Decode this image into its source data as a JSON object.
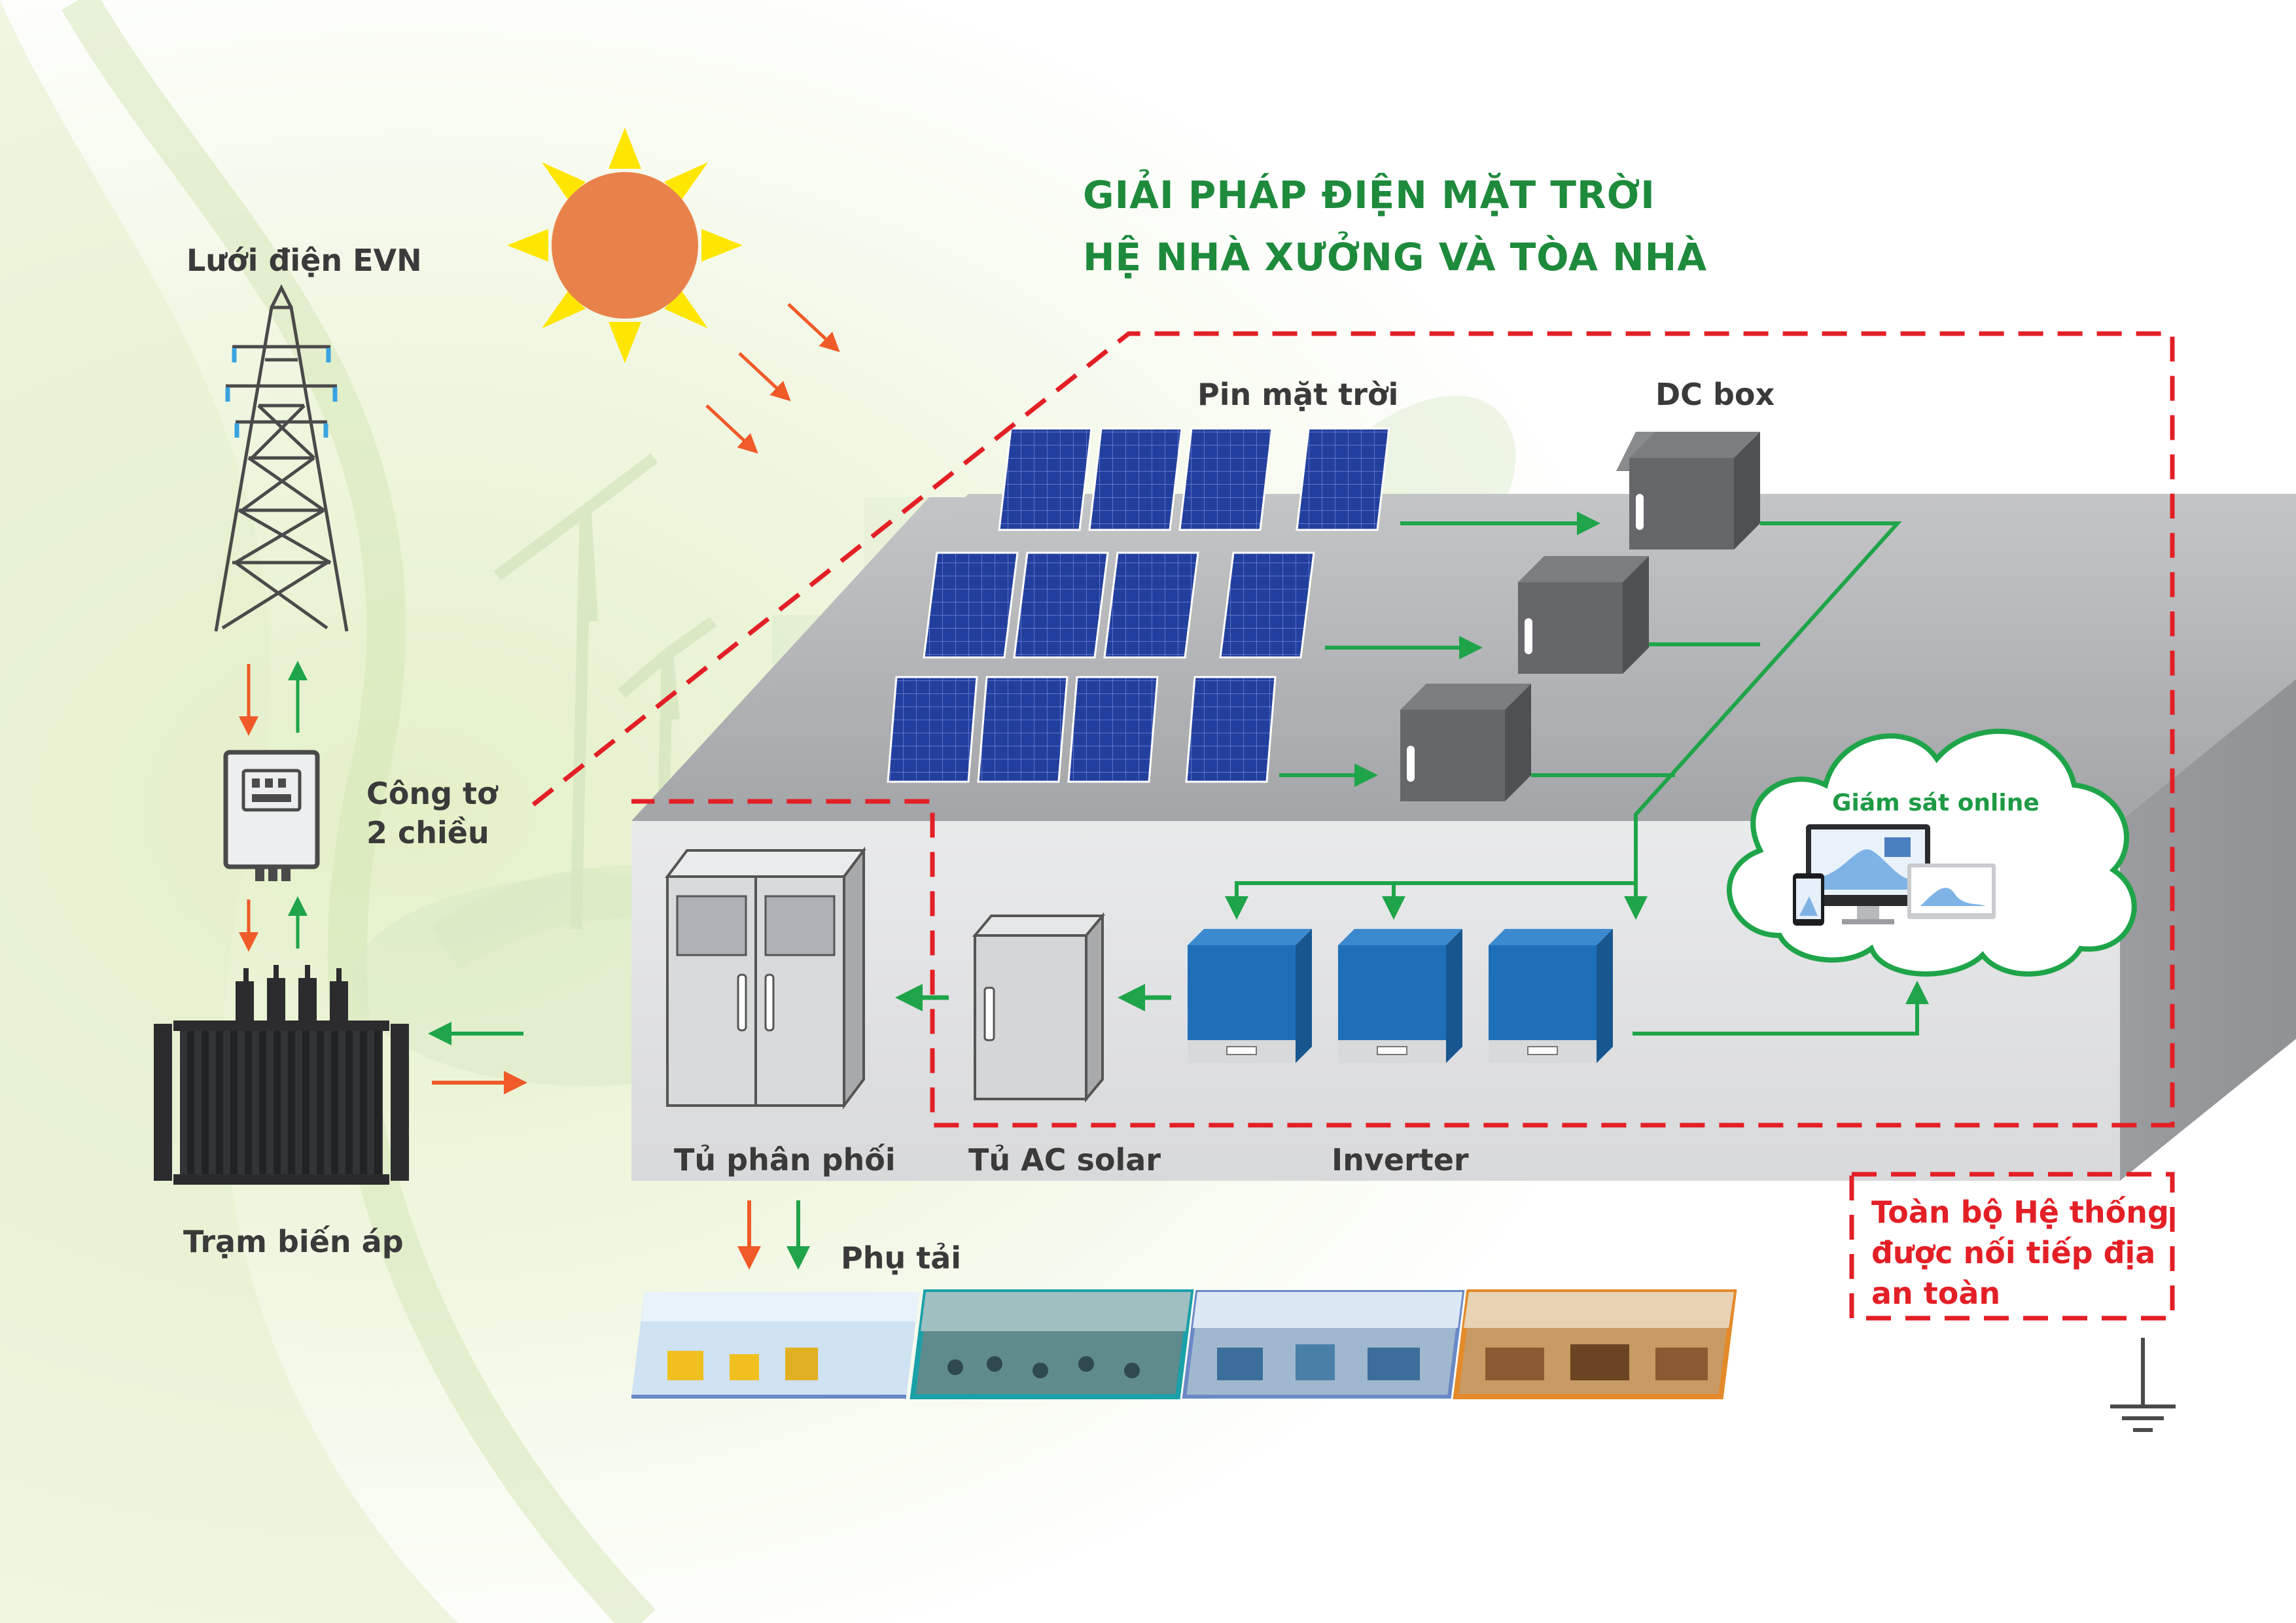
{
  "title": {
    "line1": "GIẢI PHÁP ĐIỆN MẶT TRỜI",
    "line2": "HỆ NHÀ XƯỞNG VÀ TÒA NHÀ"
  },
  "labels": {
    "grid": "Lưới điện EVN",
    "meter_line1": "Công tơ",
    "meter_line2": "2 chiều",
    "transformer": "Trạm biến áp",
    "solar_panels": "Pin mặt trời",
    "dc_box": "DC box",
    "monitoring": "Giám sát online",
    "distribution_cabinet": "Tủ phân phối",
    "ac_solar_cabinet": "Tủ AC solar",
    "inverter": "Inverter",
    "load": "Phụ tải"
  },
  "grounding_note": {
    "line1": "Toàn bộ Hệ thống",
    "line2": "được nối tiếp địa",
    "line3": "an toàn"
  },
  "colors": {
    "title_green": "#1e8a3c",
    "flow_green": "#1fa44a",
    "flow_orange": "#f05a28",
    "dashed_red": "#e31f26",
    "panel_blue": "#1f3c9c",
    "inverter_blue": "#1f6fb8",
    "sun_orange": "#e8824a",
    "sun_rays": "#ffe600"
  },
  "icons": [
    "sun-icon",
    "power-tower-icon",
    "meter-icon",
    "transformer-icon",
    "solar-panel-icon",
    "dc-box-icon",
    "inverter-icon",
    "cabinet-icon",
    "cloud-icon",
    "ground-icon"
  ]
}
